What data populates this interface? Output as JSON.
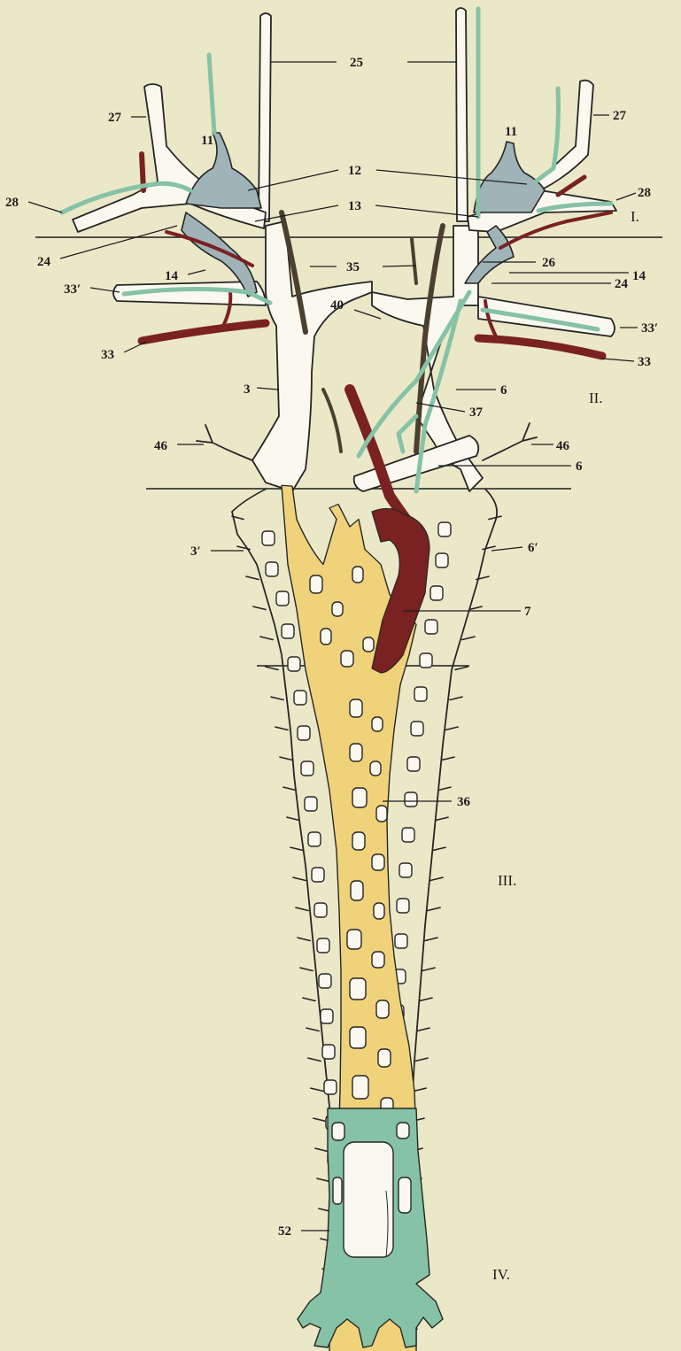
{
  "colors": {
    "background": "#ebe8c8",
    "vein_white": "#fbf9ef",
    "outline": "#262626",
    "blue_gray": "#9fb3b8",
    "green": "#86c2a6",
    "artery_red": "#7a2121",
    "dark_olive": "#4b3f2f",
    "yellow_plexus": "#f0d27a"
  },
  "labels": {
    "l25": "25",
    "l27": "27",
    "l11": "11",
    "l12": "12",
    "l13": "13",
    "l28": "28",
    "l24": "24",
    "l14": "14",
    "l35": "35",
    "l26": "26",
    "l40": "40",
    "l33p": "33′",
    "l33": "33",
    "l3": "3",
    "l6": "6",
    "l37": "37",
    "l46": "46",
    "l3p": "3′",
    "l6p": "6′",
    "l7": "7",
    "l36": "36",
    "l52": "52"
  },
  "regions": {
    "r1": "I.",
    "r2": "II.",
    "r3": "III.",
    "r4": "IV."
  }
}
